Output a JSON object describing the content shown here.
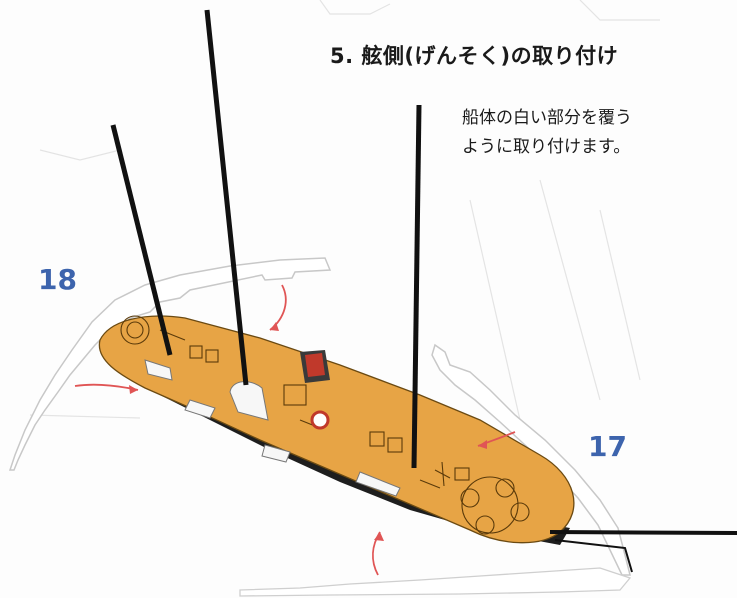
{
  "step_title": "5. 舷側(げんそく)の取り付け",
  "instruction_lines": [
    "船体の白い部分を覆う",
    "ように取り付けます。"
  ],
  "parts": {
    "left_label": "18",
    "right_label": "17"
  },
  "colors": {
    "hull_orange": "#e7a445",
    "arrow_red": "#e05555",
    "label_blue": "#3d64ad"
  }
}
